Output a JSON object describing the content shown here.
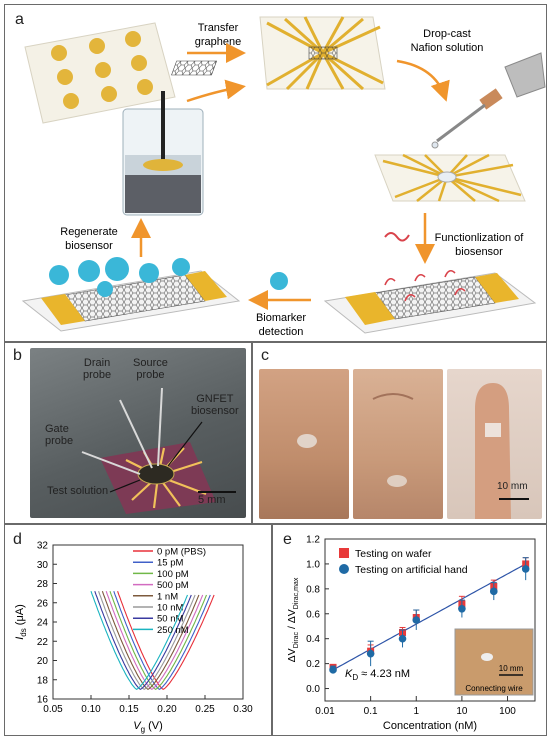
{
  "panel_a": {
    "label": "a",
    "steps": {
      "transfer": [
        "Transfer",
        "graphene"
      ],
      "dropcast": [
        "Drop-cast",
        "Nafion solution"
      ],
      "functionalize": [
        "Functionlization of",
        "biosensor"
      ],
      "detection": [
        "Biomarker",
        "detection"
      ],
      "regenerate": [
        "Regenerate",
        "biosensor"
      ]
    }
  },
  "panel_b": {
    "label": "b",
    "drain": [
      "Drain",
      "probe"
    ],
    "source": [
      "Source",
      "probe"
    ],
    "gnfet": [
      "GNFET",
      "biosensor"
    ],
    "gate": [
      "Gate",
      "probe"
    ],
    "test": "Test solution",
    "scale": "5 mm"
  },
  "panel_c": {
    "label": "c",
    "scale": "10 mm"
  },
  "panel_d": {
    "label": "d",
    "legend_colors": [
      "#e8303a",
      "#4060c8",
      "#70b848",
      "#d26bc0",
      "#7d5a3c",
      "#9a9a9a",
      "#3a3aa0",
      "#1ab4c0"
    ],
    "chart_data": {
      "type": "line",
      "xlabel": "V_g (V)",
      "ylabel": "I_ds (μA)",
      "xlim": [
        0.05,
        0.3
      ],
      "ylim": [
        16,
        32
      ],
      "xticks": [
        "0.05",
        "0.10",
        "0.15",
        "0.20",
        "0.25",
        "0.30"
      ],
      "yticks": [
        "32",
        "30",
        "28",
        "26",
        "24",
        "22",
        "20",
        "18",
        "16"
      ],
      "series": [
        {
          "name": "0 pM (PBS)",
          "vertex_x": 0.195,
          "vertex_y": 17.0,
          "arm_left": [
            0.135,
            27.2
          ],
          "arm_right": [
            0.262,
            26.8
          ]
        },
        {
          "name": "15 pM",
          "vertex_x": 0.19,
          "vertex_y": 17.0,
          "arm_left": [
            0.13,
            27.2
          ],
          "arm_right": [
            0.257,
            26.8
          ]
        },
        {
          "name": "100 pM",
          "vertex_x": 0.185,
          "vertex_y": 17.0,
          "arm_left": [
            0.125,
            27.2
          ],
          "arm_right": [
            0.252,
            26.8
          ]
        },
        {
          "name": "500 pM",
          "vertex_x": 0.18,
          "vertex_y": 17.0,
          "arm_left": [
            0.12,
            27.2
          ],
          "arm_right": [
            0.247,
            26.8
          ]
        },
        {
          "name": "1 nM",
          "vertex_x": 0.175,
          "vertex_y": 17.0,
          "arm_left": [
            0.115,
            27.2
          ],
          "arm_right": [
            0.242,
            26.8
          ]
        },
        {
          "name": "10 nM",
          "vertex_x": 0.17,
          "vertex_y": 17.0,
          "arm_left": [
            0.11,
            27.2
          ],
          "arm_right": [
            0.237,
            26.8
          ]
        },
        {
          "name": "50 nM",
          "vertex_x": 0.165,
          "vertex_y": 17.0,
          "arm_left": [
            0.105,
            27.2
          ],
          "arm_right": [
            0.232,
            26.8
          ]
        },
        {
          "name": "250 nM",
          "vertex_x": 0.16,
          "vertex_y": 17.0,
          "arm_left": [
            0.1,
            27.2
          ],
          "arm_right": [
            0.227,
            26.8
          ]
        }
      ]
    }
  },
  "panel_e": {
    "label": "e",
    "kd_text": "≈ 4.23 nM",
    "inset_scale": "10 mm",
    "inset_caption": "Connecting wire",
    "chart_data": {
      "type": "scatter",
      "xlabel": "Concentration (nM)",
      "ylabel": "ΔV_Dirac / ΔV_Dirac,max",
      "xscale": "log",
      "xlim": [
        0.01,
        400
      ],
      "ylim": [
        -0.1,
        1.2
      ],
      "xticks": [
        "0.01",
        "0.1",
        "1",
        "10",
        "100"
      ],
      "yticks": [
        "1.2",
        "1.0",
        "0.8",
        "0.6",
        "0.4",
        "0.2",
        "0.0"
      ],
      "series": [
        {
          "name": "Testing on wafer",
          "color": "#e83a3a",
          "marker": "square",
          "x": [
            0.015,
            0.1,
            0.5,
            1,
            10,
            50,
            250
          ],
          "y": [
            0.17,
            0.3,
            0.45,
            0.57,
            0.68,
            0.82,
            1.0
          ],
          "err": [
            0.02,
            0.05,
            0.04,
            0.06,
            0.06,
            0.05,
            0.05
          ]
        },
        {
          "name": "Testing on artificial hand",
          "color": "#1f6aa5",
          "marker": "circle",
          "x": [
            0.015,
            0.1,
            0.5,
            1,
            10,
            50,
            250
          ],
          "y": [
            0.15,
            0.28,
            0.4,
            0.55,
            0.64,
            0.78,
            0.96
          ],
          "err": [
            0.03,
            0.1,
            0.07,
            0.08,
            0.07,
            0.07,
            0.09
          ]
        }
      ],
      "fit_curve": true
    }
  }
}
